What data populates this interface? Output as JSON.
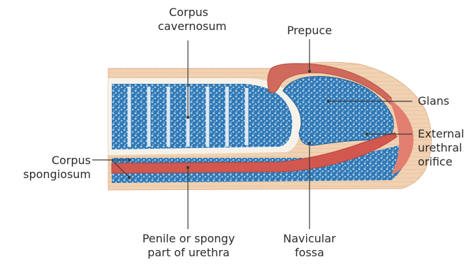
{
  "labels": {
    "corpus_cavernosum": [
      "Corpus",
      "cavernosum"
    ],
    "prepuce": [
      "Prepuce"
    ],
    "glans": [
      "Glans"
    ],
    "external_urethral_orifice": [
      "External",
      "urethral",
      "orifice"
    ],
    "corpus_spongiosum": [
      "Corpus",
      "spongiosum"
    ],
    "penile_urethra": [
      "Penile or spongy",
      "part of urethra"
    ],
    "navicular_fossa": [
      "Navicular",
      "fossa"
    ]
  },
  "colors": {
    "skin": "#f1d2b3",
    "skin_edge": "#e3b48c",
    "tunica": "#f6f2ea",
    "erectile_tissue": "#2f78b6",
    "erectile_light": "#a9cce4",
    "urethra": "#d2584f",
    "prepuce_inner": "#cf6a5c",
    "leader_line": "#3a3a3a"
  }
}
